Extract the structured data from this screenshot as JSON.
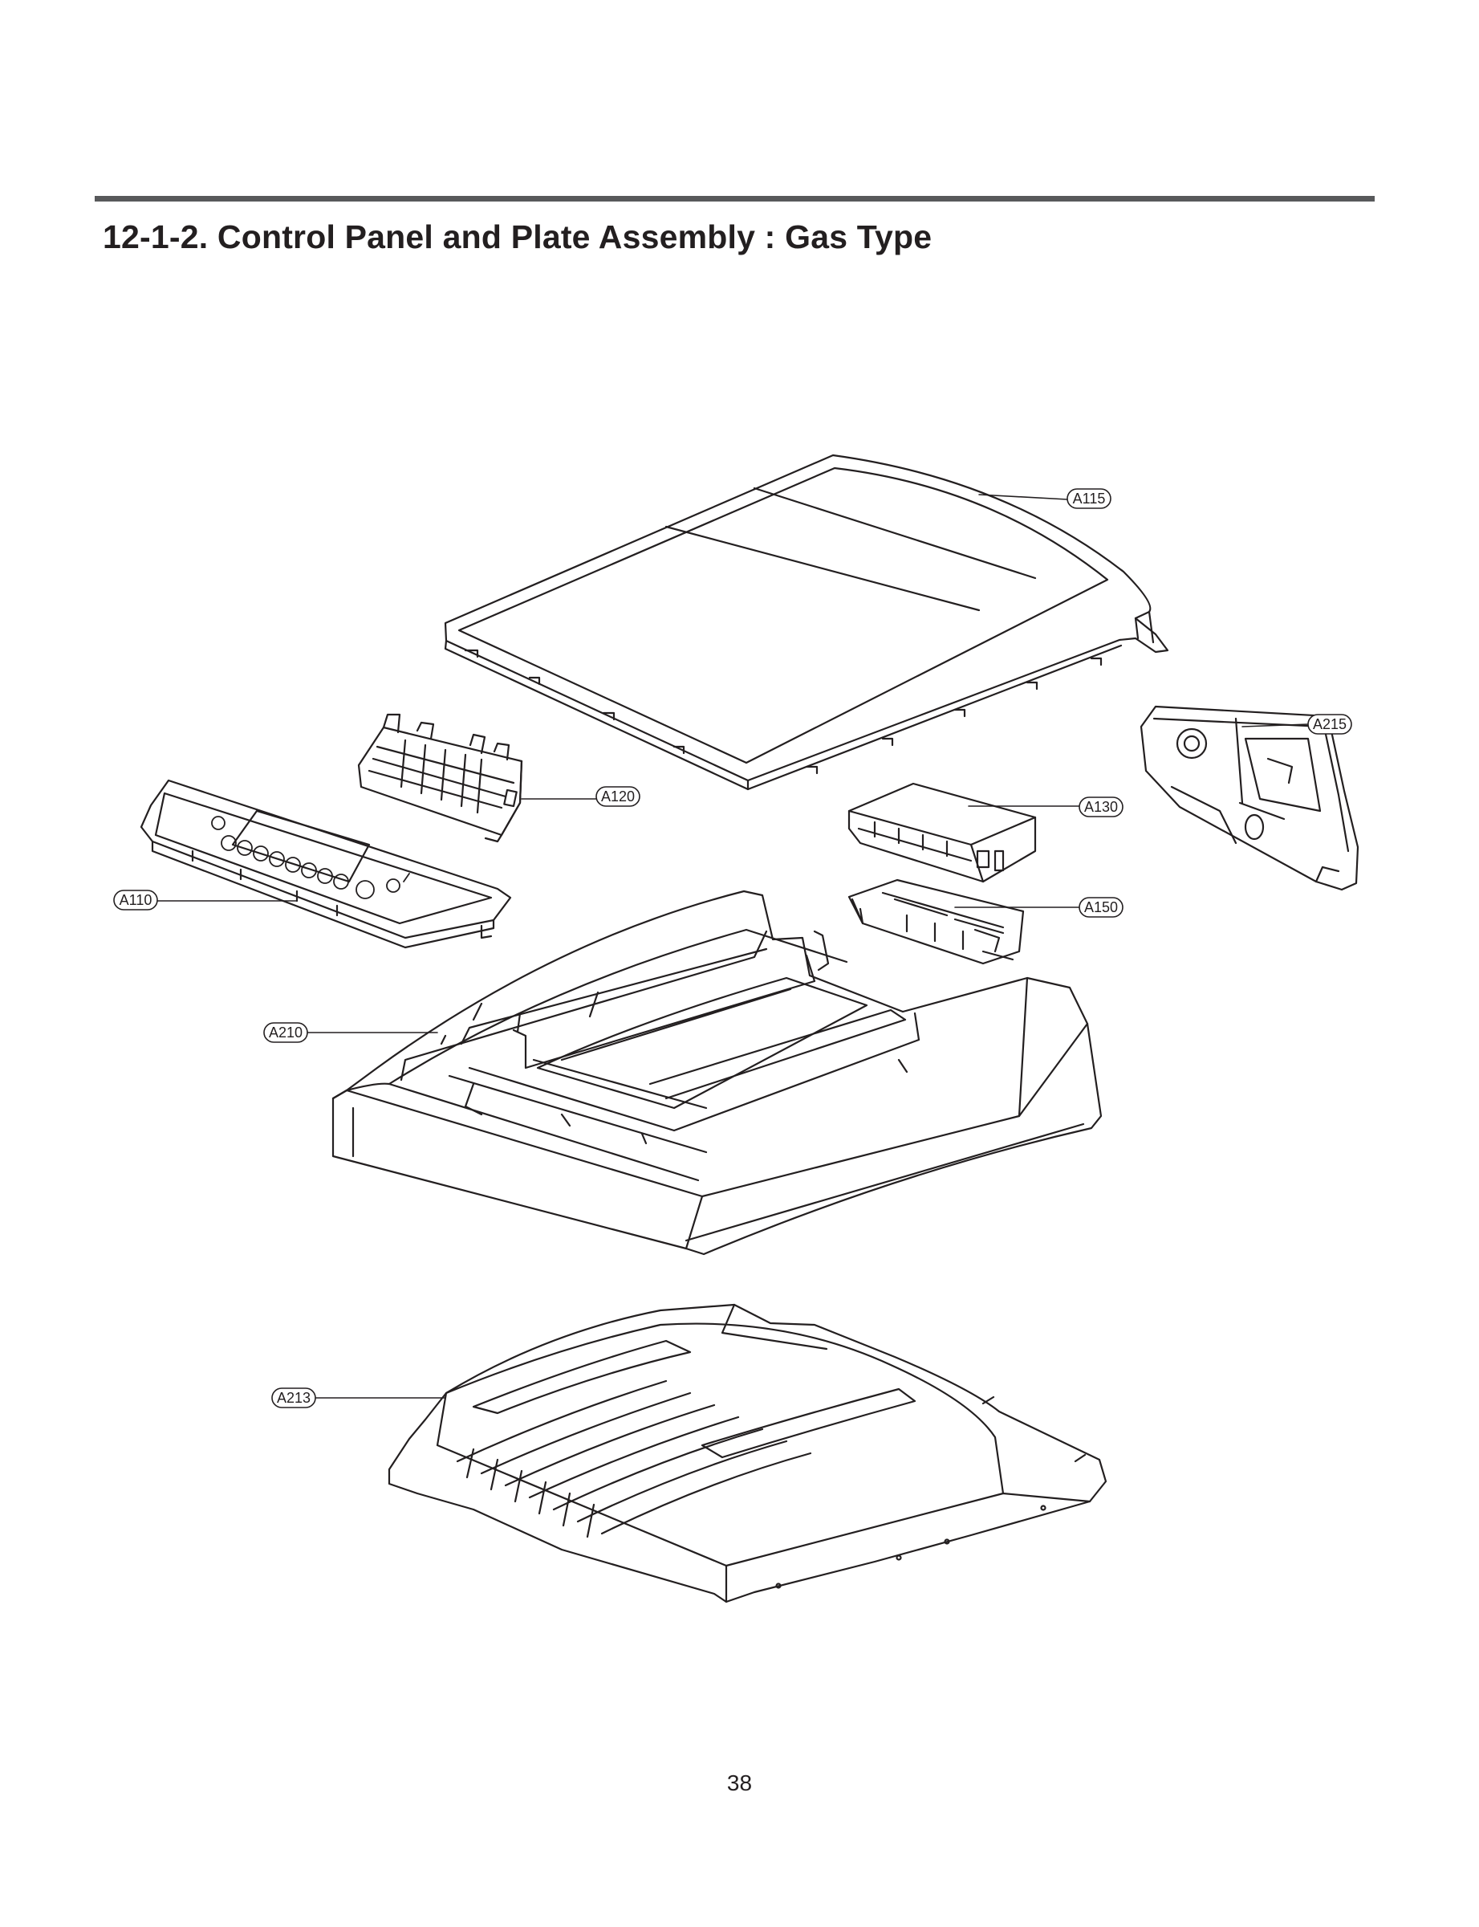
{
  "header": {
    "title": "12-1-2. Control Panel and Plate Assembly : Gas Type"
  },
  "callouts": {
    "a115": "A115",
    "a215": "A215",
    "a120": "A120",
    "a130": "A130",
    "a110": "A110",
    "a150": "A150",
    "a210": "A210",
    "a213": "A213"
  },
  "footer": {
    "page_number": "38"
  }
}
